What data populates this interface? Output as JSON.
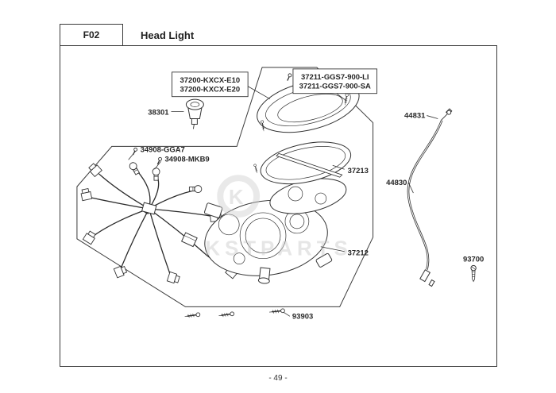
{
  "header": {
    "code": "F02",
    "title": "Head Light"
  },
  "footer": {
    "page_number": "- 49 -"
  },
  "watermark": {
    "text": "KSTPARTS",
    "monogram": "K"
  },
  "labels": {
    "p37200_line1": "37200-KXCX-E10",
    "p37200_line2": "37200-KXCX-E20",
    "p37211_line1": "37211-GGS7-900-LI",
    "p37211_line2": "37211-GGS7-900-SA",
    "p38301": "38301",
    "p34908_gga7": "34908-GGA7",
    "p34908_mkb9": "34908-MKB9",
    "p37213": "37213",
    "p37212": "37212",
    "p44831": "44831",
    "p44830": "44830",
    "p93700": "93700",
    "p93903": "93903"
  }
}
